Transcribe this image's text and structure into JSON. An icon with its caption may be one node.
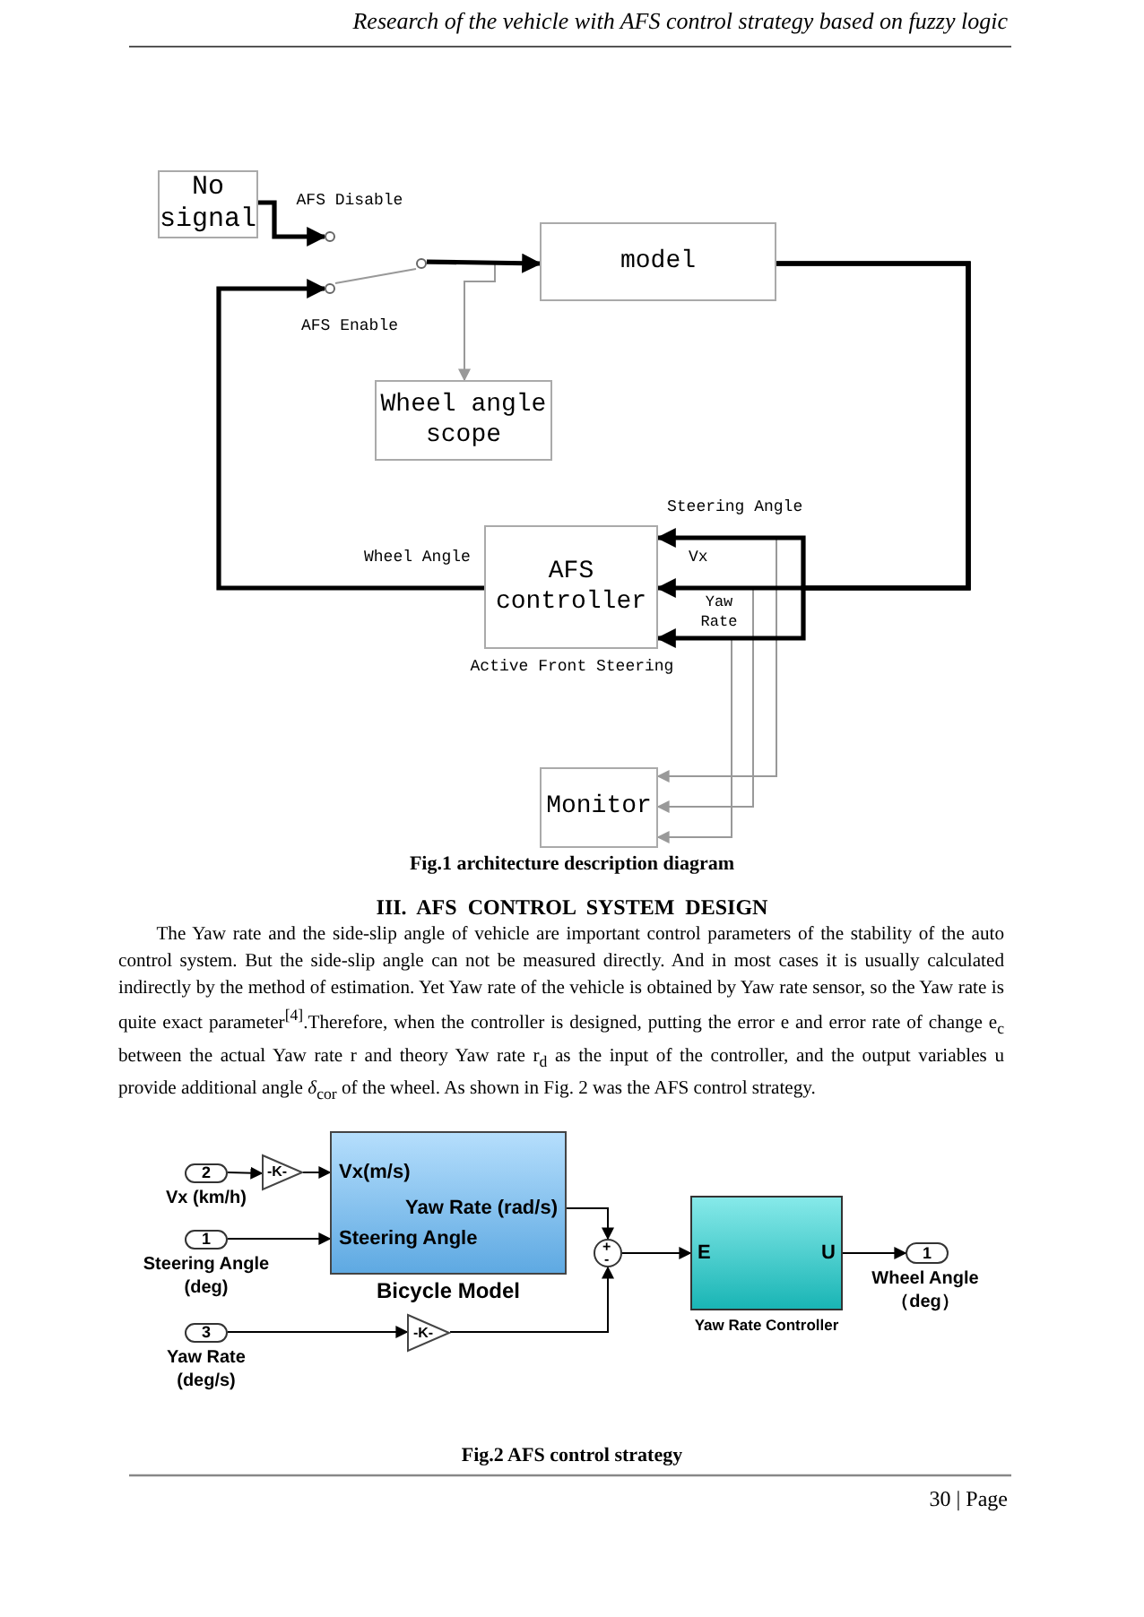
{
  "diagram": {
    "nodes": [
      {
        "text": [
          "No signal"
        ]
      },
      {
        "text": [],
        "shape": "circle",
        "beside": [
          "AFS Disable"
        ]
      },
      {
        "text": [],
        "shape": "circle",
        "beside": [
          "AFS Enable"
        ]
      },
      {
        "text": [],
        "shape": "circle"
      },
      {
        "text": [
          "model"
        ]
      },
      {
        "text": [
          "Wheel angle scope"
        ]
      },
      {
        "text": [
          "AFS controller"
        ],
        "beside": [
          "Active Front Steering"
        ]
      },
      {
        "text": [
          "Monitor"
        ]
      },
      {
        "text": [
          "2"
        ],
        "beside": [
          "Vx (km/h)"
        ]
      },
      {
        "text": [
          "-K-"
        ]
      },
      {
        "text": [
          "Vx(m/s)",
          "Yaw Rate (rad/s)",
          "Steering Angle"
        ],
        "beside": [
          "Bicycle Model"
        ]
      },
      {
        "text": [
          "1"
        ],
        "beside": [
          "Steering Angle (deg)"
        ]
      },
      {
        "text": [
          "3"
        ],
        "beside": [
          "Yaw Rate (deg/s)"
        ]
      },
      {
        "text": [
          "-K-"
        ]
      },
      {
        "text": [
          "+",
          "-"
        ]
      },
      {
        "text": [
          "E",
          "U"
        ],
        "beside": [
          "Yaw Rate Controller"
        ]
      },
      {
        "text": [
          "1"
        ],
        "beside": [
          "Wheel Angle （deg）"
        ]
      }
    ],
    "edges": [
      {
        "from": 0,
        "to": 1,
        "arrow": "to",
        "style": "thick"
      },
      {
        "from": 2,
        "to": 3,
        "arrow": "none",
        "color": "#999999"
      },
      {
        "from": 3,
        "to": 4,
        "arrow": "to",
        "style": "thick"
      },
      {
        "from": 3,
        "to": 5,
        "arrow": "to",
        "color": "#999999"
      },
      {
        "from": 4,
        "to": 6,
        "arrow": "to",
        "style": "thick",
        "label": "Steering Angle"
      },
      {
        "from": 4,
        "to": 6,
        "arrow": "to",
        "style": "thick",
        "label": "Vx"
      },
      {
        "from": 4,
        "to": 6,
        "arrow": "to",
        "style": "thick",
        "label": "Yaw Rate"
      },
      {
        "from": 4,
        "to": 7,
        "arrow": "to",
        "color": "#999999"
      },
      {
        "from": 4,
        "to": 7,
        "arrow": "to",
        "color": "#999999"
      },
      {
        "from": 4,
        "to": 7,
        "arrow": "to",
        "color": "#999999"
      },
      {
        "from": 6,
        "to": 2,
        "arrow": "to",
        "style": "thick",
        "label": "Wheel Angle"
      },
      {
        "from": 8,
        "to": 9,
        "arrow": "to"
      },
      {
        "from": 9,
        "to": 10,
        "arrow": "to"
      },
      {
        "from": 11,
        "to": 10,
        "arrow": "to"
      },
      {
        "from": 10,
        "to": 14,
        "arrow": "to"
      },
      {
        "from": 12,
        "to": 13,
        "arrow": "to"
      },
      {
        "from": 13,
        "to": 14,
        "arrow": "to"
      },
      {
        "from": 14,
        "to": 15,
        "arrow": "to"
      },
      {
        "from": 15,
        "to": 16,
        "arrow": "to"
      }
    ],
    "labels": [
      "Research of the vehicle with AFS control strategy based on fuzzy logic",
      "Fig.1 architecture description diagram",
      "III. AFS CONTROL SYSTEM DESIGN",
      "The Yaw rate and the side-slip angle of vehicle are important control parameters of the stability of the auto control system. But the side-slip angle can not be measured directly. And in most cases it is usually calculated indirectly by the method of estimation. Yet Yaw rate of the vehicle is obtained by Yaw rate sensor, so the Yaw rate is quite exact parameter$^{[4]}$.Therefore, when the controller is designed, putting the error e and error rate of change e$_{c}$ between the actual Yaw rate r and theory Yaw rate r$_{d}$ as the input of the controller, and the output variables u provide additional angle *δ*$_{cor}$ of the wheel. As shown in Fig. 2 was the AFS control strategy.",
      "Fig.2 AFS control strategy",
      "30 | Page"
    ]
  }
}
